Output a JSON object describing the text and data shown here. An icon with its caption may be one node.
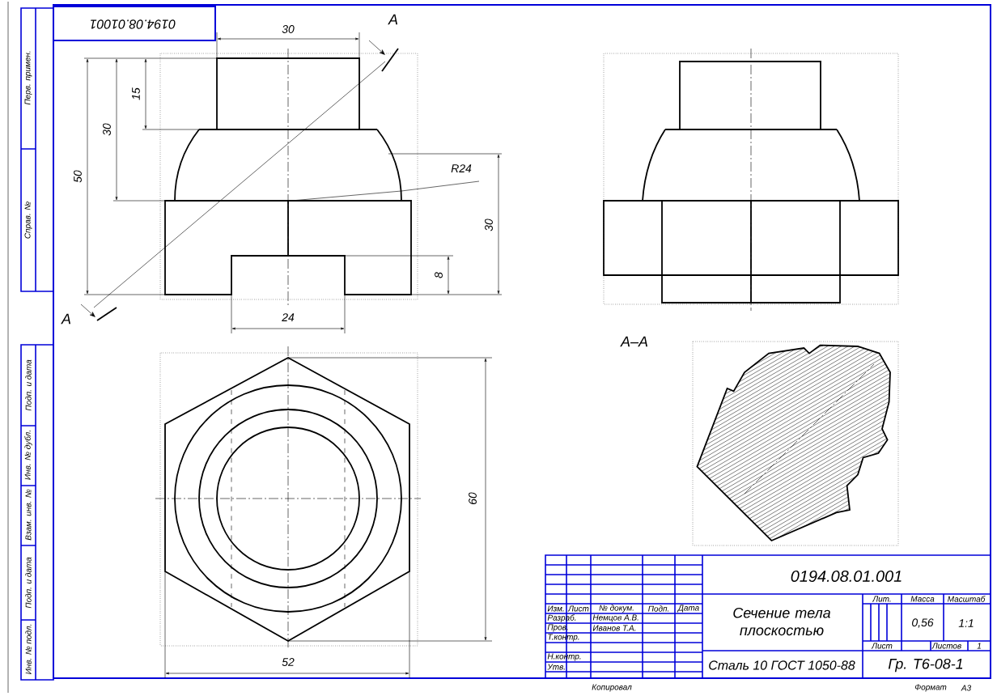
{
  "diagram": {
    "labels": [
      "0194.08.01001",
      "30",
      "A",
      "15",
      "30",
      "50",
      "R24",
      "30",
      "8",
      "A",
      "24",
      "А–А",
      "60",
      "52",
      "Перв. примен.",
      "Справ. №",
      "Подп. и дата",
      "Инв. № дубл.",
      "Взам. инв. №",
      "Подп. и дата",
      "Инв. № подл.",
      "0194.08.01.001",
      "Изм.",
      "Лист",
      "№ докум.",
      "Подп.",
      "Дата",
      "Разраб.",
      "Немцов А.В.",
      "Пров.",
      "Иванов Т.А.",
      "Т.контр.",
      "Н.контр.",
      "Утв.",
      "Сечение тела плоскостью",
      "Лит.",
      "Масса",
      "Масштаб",
      "0,56",
      "1:1",
      "Лист",
      "Листов",
      "1",
      "Сталь 10 ГОСТ 1050-88",
      "Гр. Т6-08-1",
      "Копировал",
      "Формат",
      "А3"
    ]
  }
}
